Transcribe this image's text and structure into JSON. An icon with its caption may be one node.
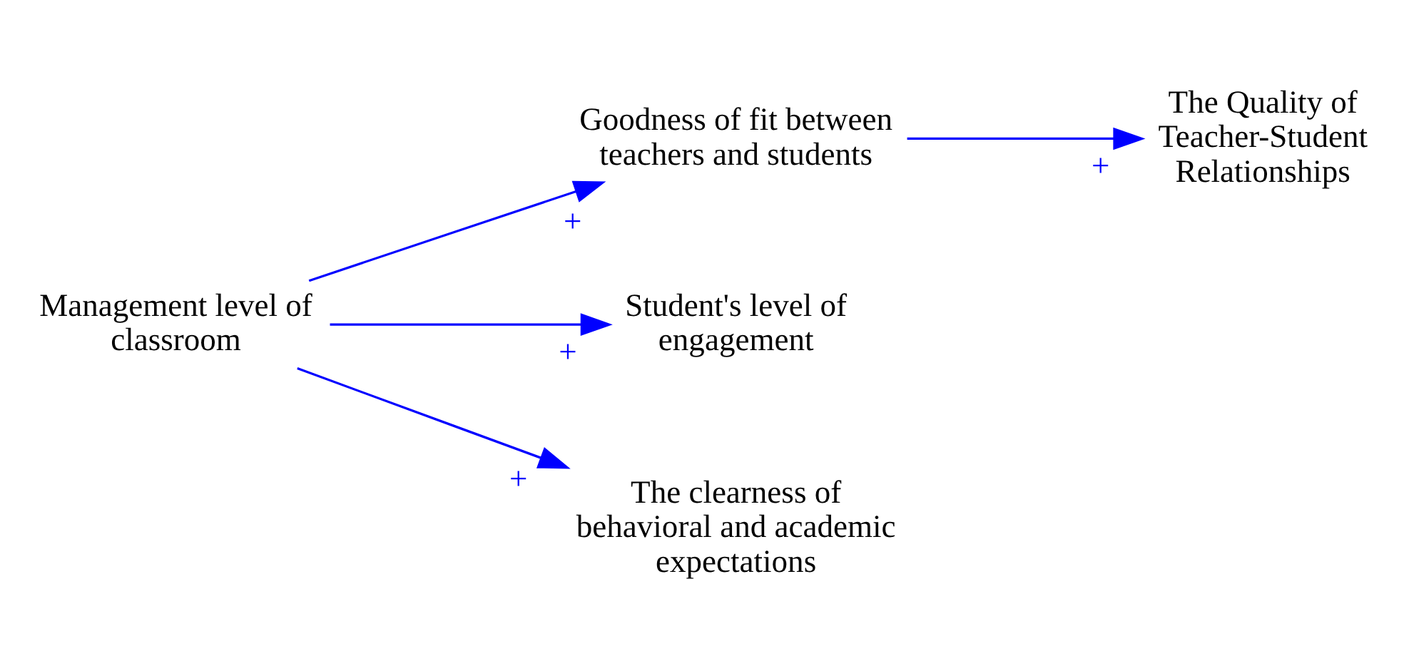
{
  "diagram": {
    "nodes": [
      {
        "text": [
          "Management level of classroom"
        ]
      },
      {
        "text": [
          "Goodness of fit between teachers and students"
        ]
      },
      {
        "text": [
          "The Quality of Teacher-Student Relationships"
        ]
      },
      {
        "text": [
          "Student's level of engagement"
        ]
      },
      {
        "text": [
          "The clearness of behavioral and academic expectations"
        ]
      }
    ],
    "edges": [
      {
        "from": 0,
        "to": 1,
        "arrow": "to",
        "label": "+"
      },
      {
        "from": 1,
        "to": 2,
        "arrow": "to",
        "label": "+"
      },
      {
        "from": 0,
        "to": 3,
        "arrow": "to",
        "label": "+"
      },
      {
        "from": 0,
        "to": 4,
        "arrow": "to",
        "label": "+"
      }
    ]
  }
}
